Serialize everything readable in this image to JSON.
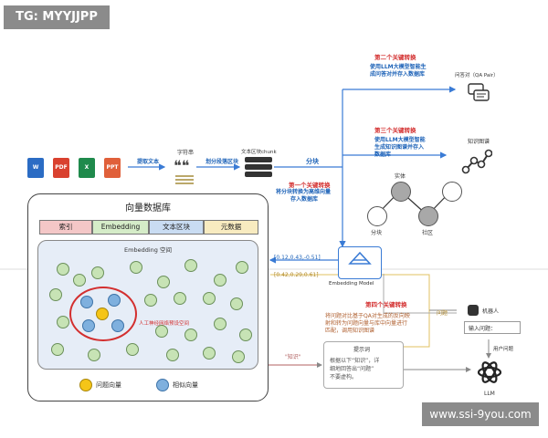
{
  "watermark_top": "TG: MYYJJPP",
  "watermark_bottom": "www.ssi-9you.com",
  "doc_icons": [
    "W",
    "PDF",
    "X",
    "PPT"
  ],
  "flow": {
    "extract_text": "提取文本",
    "string": "字符串",
    "split_paragraphs": "划分段落区块",
    "chunk_label": "文本区块chunk",
    "chunking": "分块"
  },
  "conversions": {
    "first_title": "第一个关键转换",
    "first_desc": [
      "将分块转换为高维向量",
      "存入数据库"
    ],
    "second_title": "第二个关键转换",
    "second_desc": [
      "使用LLM大模型智能生",
      "成问答对并存入数据库"
    ],
    "third_title": "第三个关键转换",
    "third_desc": [
      "使用LLM大模型智能",
      "生成知识图谱并存入",
      "数据库"
    ],
    "fourth_title": "第四个关键转换",
    "fourth_desc": [
      "将问题对比基于QA对生成的反向映",
      "射和转为问题向量与库中向量进行",
      "匹配，调用知识图谱"
    ]
  },
  "qa_pair": "问答对（QA Pair）",
  "knowledge_graph": "知识图谱",
  "graph_labels": {
    "entity": "实体",
    "chunk": "分块",
    "community": "社区"
  },
  "vector_db": {
    "title": "向量数据库",
    "headers": [
      "索引",
      "Embedding",
      "文本区块",
      "元数据"
    ],
    "embedding_space": "Embedding 空间",
    "similar_note": "人工神经网络预设空间",
    "legend_question": "问题向量",
    "legend_similar": "相似向量"
  },
  "vectors": {
    "v1": "[0.12,0.43,-0.51]",
    "v2": "[0.42,0.29,0.61]"
  },
  "embedding_model": "Embedding Model",
  "question": "问题",
  "robot_label": "机器人",
  "input_label": "输入问题：",
  "user_query": "用户问题",
  "knowledge": "\"知识\"",
  "prompt": {
    "title": "提示词",
    "body": [
      "根据以下“知识”，详",
      "细地回答出“问题”",
      "不要虚构。"
    ]
  },
  "llm_label": "LLM",
  "colors": {
    "blue_arrow": "#3a7bd5",
    "red": "#d32f2f",
    "yellow_line": "#e0c060"
  }
}
